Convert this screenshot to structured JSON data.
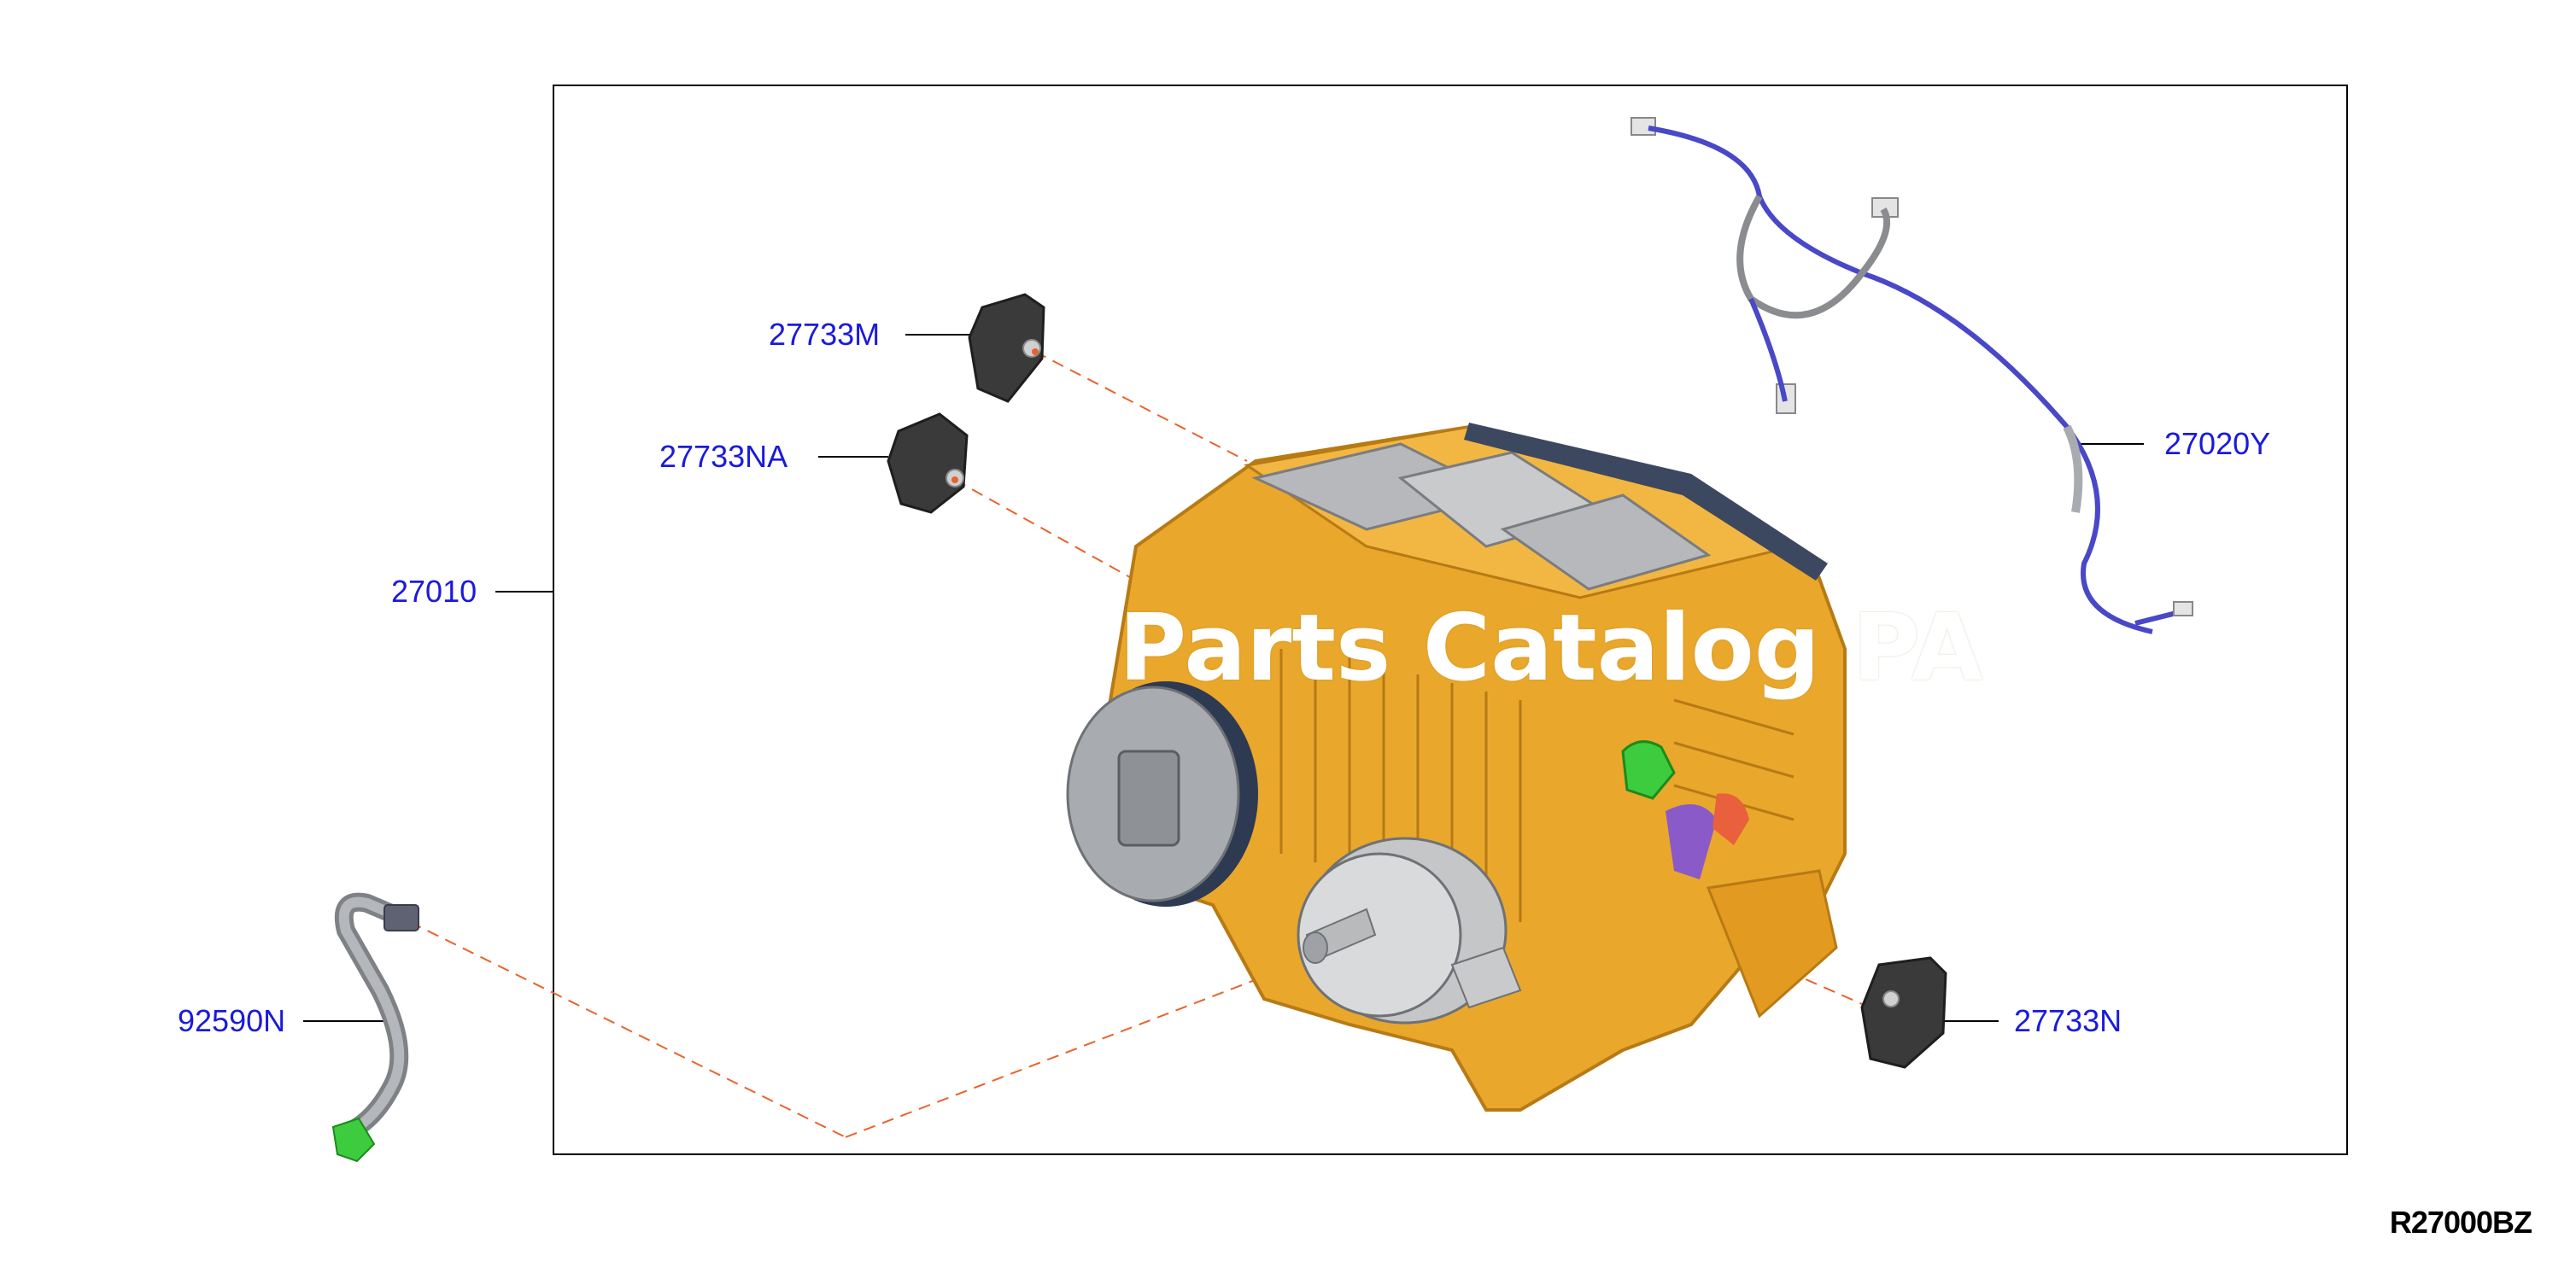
{
  "watermark": "Parts Catalog PA",
  "diagram_code": "R27000BZ",
  "colors": {
    "label": "#1a1adc",
    "leader": "#000000",
    "dashed": "#e8632c",
    "frame": "#000000",
    "housing": "#e9a72c",
    "housing_dark": "#b77a14",
    "actuator": "#3a3a3a",
    "harness": "#4848c8",
    "grey_part": "#a8acb0",
    "green_part": "#3dcc3d"
  },
  "parts": [
    {
      "id": "27733M",
      "label": "27733M",
      "part": "actuator"
    },
    {
      "id": "27733NA",
      "label": "27733NA",
      "part": "actuator"
    },
    {
      "id": "27010",
      "label": "27010",
      "part": "heater-unit-assembly"
    },
    {
      "id": "27020Y",
      "label": "27020Y",
      "part": "wire-harness"
    },
    {
      "id": "92590N",
      "label": "92590N",
      "part": "drain-hose"
    },
    {
      "id": "27733N",
      "label": "27733N",
      "part": "actuator"
    }
  ]
}
